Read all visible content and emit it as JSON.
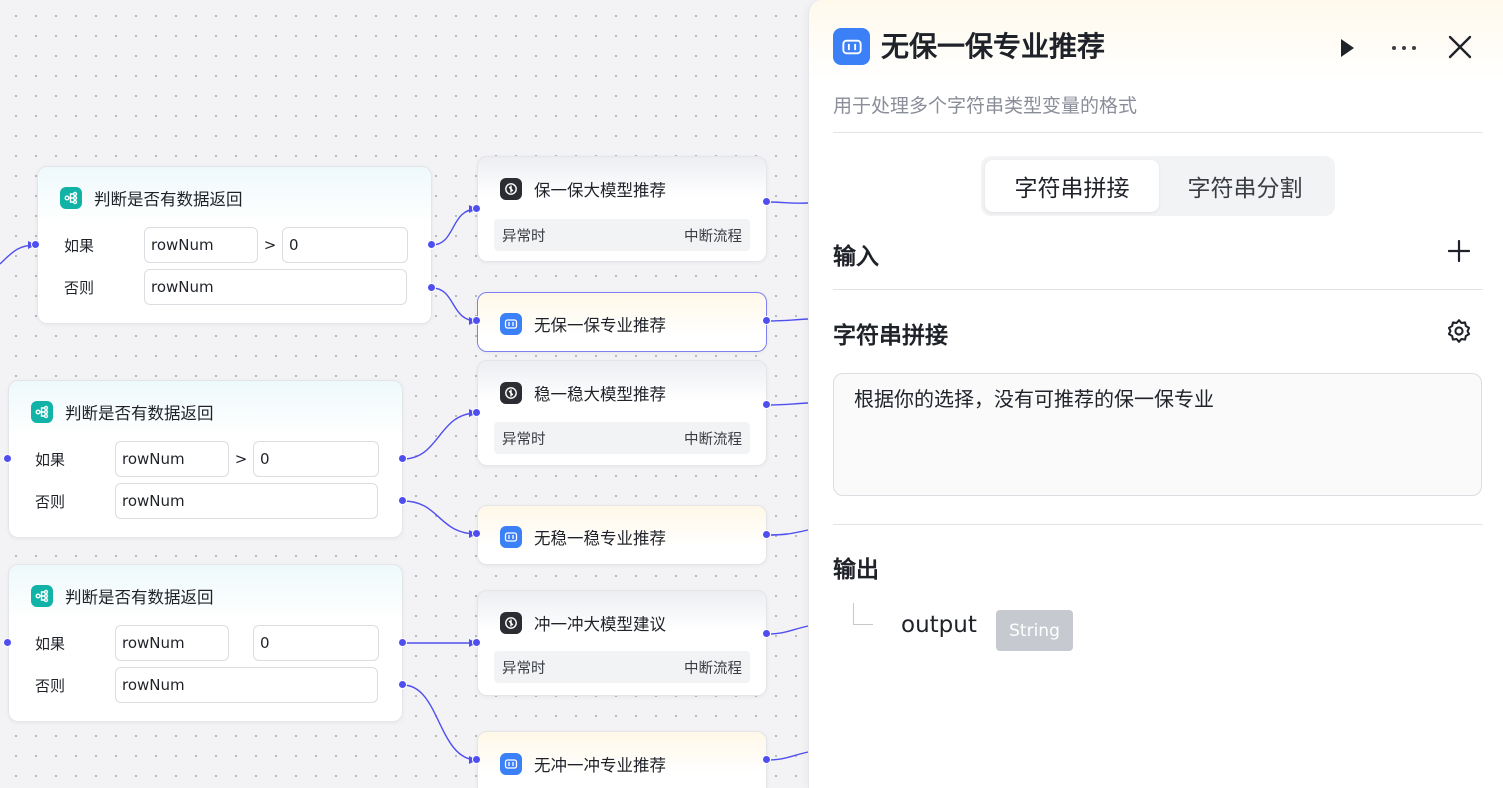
{
  "canvas": {
    "conditions": [
      {
        "title": "判断是否有数据返回",
        "if_label": "如果",
        "if_var": "rowNum",
        "operator": ">",
        "value": "0",
        "else_label": "否则",
        "else_var": "rowNum"
      },
      {
        "title": "判断是否有数据返回",
        "if_label": "如果",
        "if_var": "rowNum",
        "operator": ">",
        "value": "0",
        "else_label": "否则",
        "else_var": "rowNum"
      },
      {
        "title": "判断是否有数据返回",
        "if_label": "如果",
        "if_var": "rowNum",
        "operator": "",
        "value": "0",
        "else_label": "否则",
        "else_var": "rowNum"
      }
    ],
    "llm_nodes": [
      {
        "title": "保一保大模型推荐",
        "exception_label": "异常时",
        "exception_action": "中断流程"
      },
      {
        "title": "稳一稳大模型推荐",
        "exception_label": "异常时",
        "exception_action": "中断流程"
      },
      {
        "title": "冲一冲大模型建议",
        "exception_label": "异常时",
        "exception_action": "中断流程"
      }
    ],
    "text_nodes": [
      {
        "title": "无保一保专业推荐"
      },
      {
        "title": "无稳一稳专业推荐"
      },
      {
        "title": "无冲一冲专业推荐"
      }
    ],
    "colors": {
      "edge": "#4f4ff0",
      "condition_icon": "#10b3a5",
      "llm_icon": "#2b2d33",
      "text_icon": "#3b80f7"
    }
  },
  "panel": {
    "title": "无保一保专业推荐",
    "description": "用于处理多个字符串类型变量的格式",
    "header_icons": [
      "play-icon",
      "more-icon",
      "close-icon"
    ],
    "tabs": [
      {
        "label": "字符串拼接",
        "active": true
      },
      {
        "label": "字符串分割",
        "active": false
      }
    ],
    "input_section": {
      "title": "输入",
      "action_icon": "plus-icon"
    },
    "concat_section": {
      "title": "字符串拼接",
      "action_icon": "gear-icon",
      "text": "根据你的选择，没有可推荐的保一保专业"
    },
    "output_section": {
      "title": "输出",
      "fields": [
        {
          "name": "output",
          "type": "String"
        }
      ]
    }
  }
}
